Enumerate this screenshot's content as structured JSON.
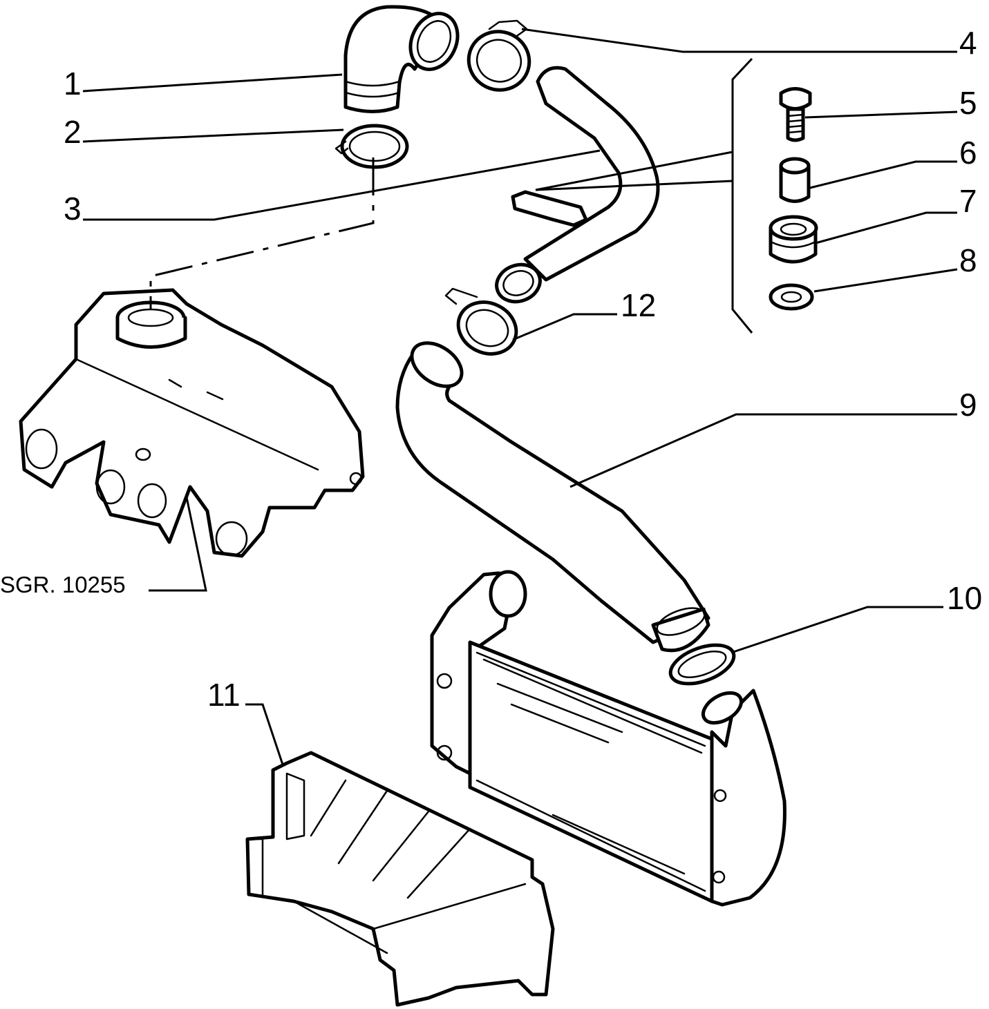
{
  "diagram": {
    "reference": "SGR. 10255",
    "callouts": [
      {
        "id": "1",
        "part": "elbow-hose"
      },
      {
        "id": "2",
        "part": "hose-clamp"
      },
      {
        "id": "3",
        "part": "intake-pipe-with-bracket"
      },
      {
        "id": "4",
        "part": "hose-clamp"
      },
      {
        "id": "5",
        "part": "bolt"
      },
      {
        "id": "6",
        "part": "spacer"
      },
      {
        "id": "7",
        "part": "rubber-grommet"
      },
      {
        "id": "8",
        "part": "washer"
      },
      {
        "id": "9",
        "part": "intercooler-hose"
      },
      {
        "id": "10",
        "part": "hose-clamp"
      },
      {
        "id": "11",
        "part": "air-duct"
      },
      {
        "id": "12",
        "part": "hose-clamp"
      }
    ],
    "colors": {
      "line": "#000000",
      "background": "#ffffff"
    }
  }
}
